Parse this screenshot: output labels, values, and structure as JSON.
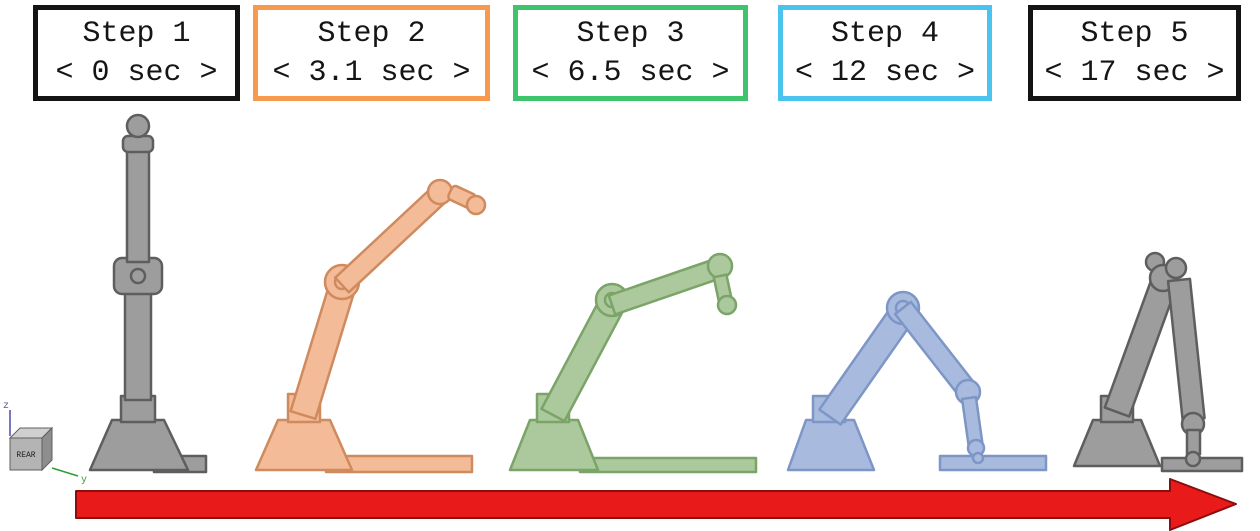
{
  "figure": {
    "background": "#ffffff",
    "steps": [
      {
        "label": "Step 1",
        "time": "< 0 sec >",
        "box_border": "#141414",
        "robot_fill": "#9d9d9d",
        "robot_stroke": "#5e5e5e"
      },
      {
        "label": "Step 2",
        "time": "< 3.1 sec >",
        "box_border": "#f79a4d",
        "robot_fill": "#f3bb97",
        "robot_stroke": "#cf8a5e"
      },
      {
        "label": "Step 3",
        "time": "< 6.5 sec >",
        "box_border": "#3ec46d",
        "robot_fill": "#abc99c",
        "robot_stroke": "#7ba468"
      },
      {
        "label": "Step 4",
        "time": "< 12 sec >",
        "box_border": "#4ac4ee",
        "robot_fill": "#a8bbdf",
        "robot_stroke": "#7e96c6"
      },
      {
        "label": "Step 5",
        "time": "< 17 sec >",
        "box_border": "#141414",
        "robot_fill": "#9d9d9d",
        "robot_stroke": "#5e5e5e"
      }
    ],
    "timeline": {
      "arrow_fill": "#e81a1a",
      "arrow_stroke": "#8b0d0d"
    },
    "axis_gizmo": {
      "cube_label": "REAR",
      "z_label": "z",
      "y_label": "y"
    }
  }
}
